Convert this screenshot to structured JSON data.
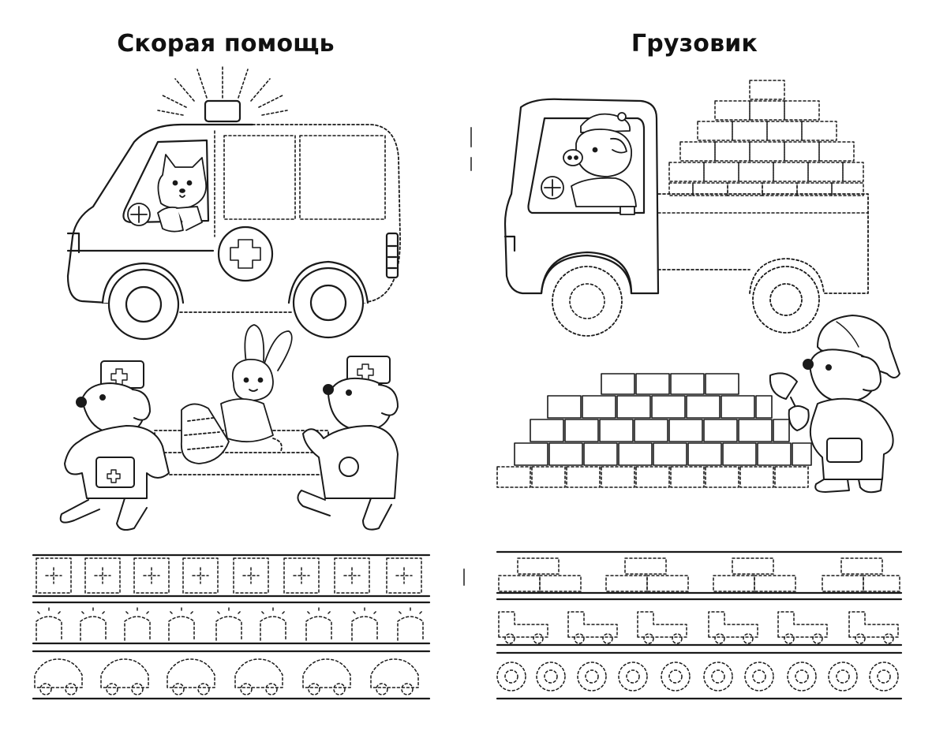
{
  "pages": {
    "left": {
      "title": "Скорая помощь"
    },
    "right": {
      "title": "Грузовик"
    }
  },
  "illustrations": {
    "left": [
      "ambulance",
      "cat-driver",
      "bunny-patient",
      "doctor-dog-with-bag",
      "doctor-dog-with-stretcher"
    ],
    "right": [
      "truck",
      "pig-driver",
      "brick-pile",
      "builder-dog-with-trowel"
    ]
  },
  "tracing_rows": {
    "left": [
      "cross-boxes",
      "siren-lights",
      "small-cars"
    ],
    "right": [
      "brick-pairs",
      "small-trucks",
      "wheel-circles"
    ]
  },
  "colors": {
    "ink": "#1a1a1a",
    "paper": "#ffffff"
  }
}
